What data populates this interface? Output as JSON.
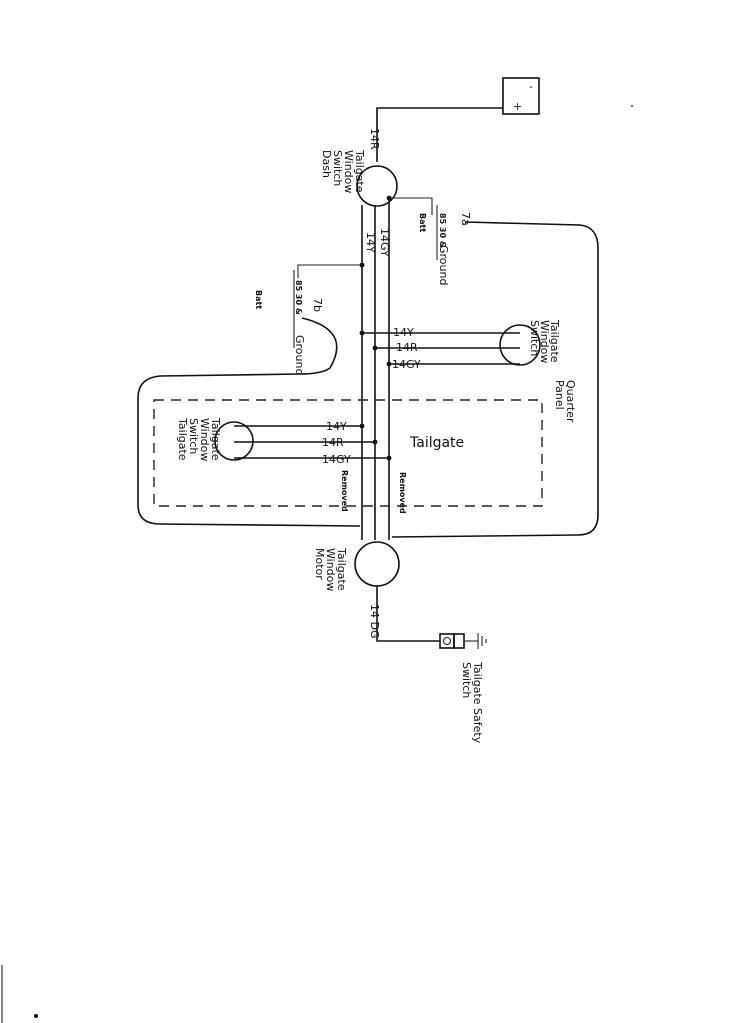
{
  "battery": {
    "plus": "+",
    "minus": "-"
  },
  "wires": {
    "red": "14R",
    "yellow": "14Y",
    "grey": "14GY",
    "dark_green": "14 DG"
  },
  "components": {
    "dash_switch": [
      "Tailgate",
      "Window",
      "Switch",
      "Dash"
    ],
    "quarter_switch": [
      "Tailgate",
      "Window",
      "Switch"
    ],
    "quarter_panel": [
      "Quarter",
      "Panel"
    ],
    "tailgate_switch": [
      "Tailgate",
      "Window",
      "Switch",
      "Tailgate"
    ],
    "motor": [
      "Tailgate",
      "Window",
      "Motor"
    ],
    "safety_switch": [
      "Tailgate Safety",
      "Switch"
    ],
    "tailgate_area": "Tailgate"
  },
  "notes": {
    "removed": "Removed",
    "jumper_1": {
      "code": "7a",
      "desc": "85 30 &",
      "batt": "Batt",
      "ground": "Ground"
    },
    "jumper_2": {
      "code": "7b",
      "desc": "85 30 &",
      "batt": "Batt",
      "ground": "Ground"
    }
  }
}
